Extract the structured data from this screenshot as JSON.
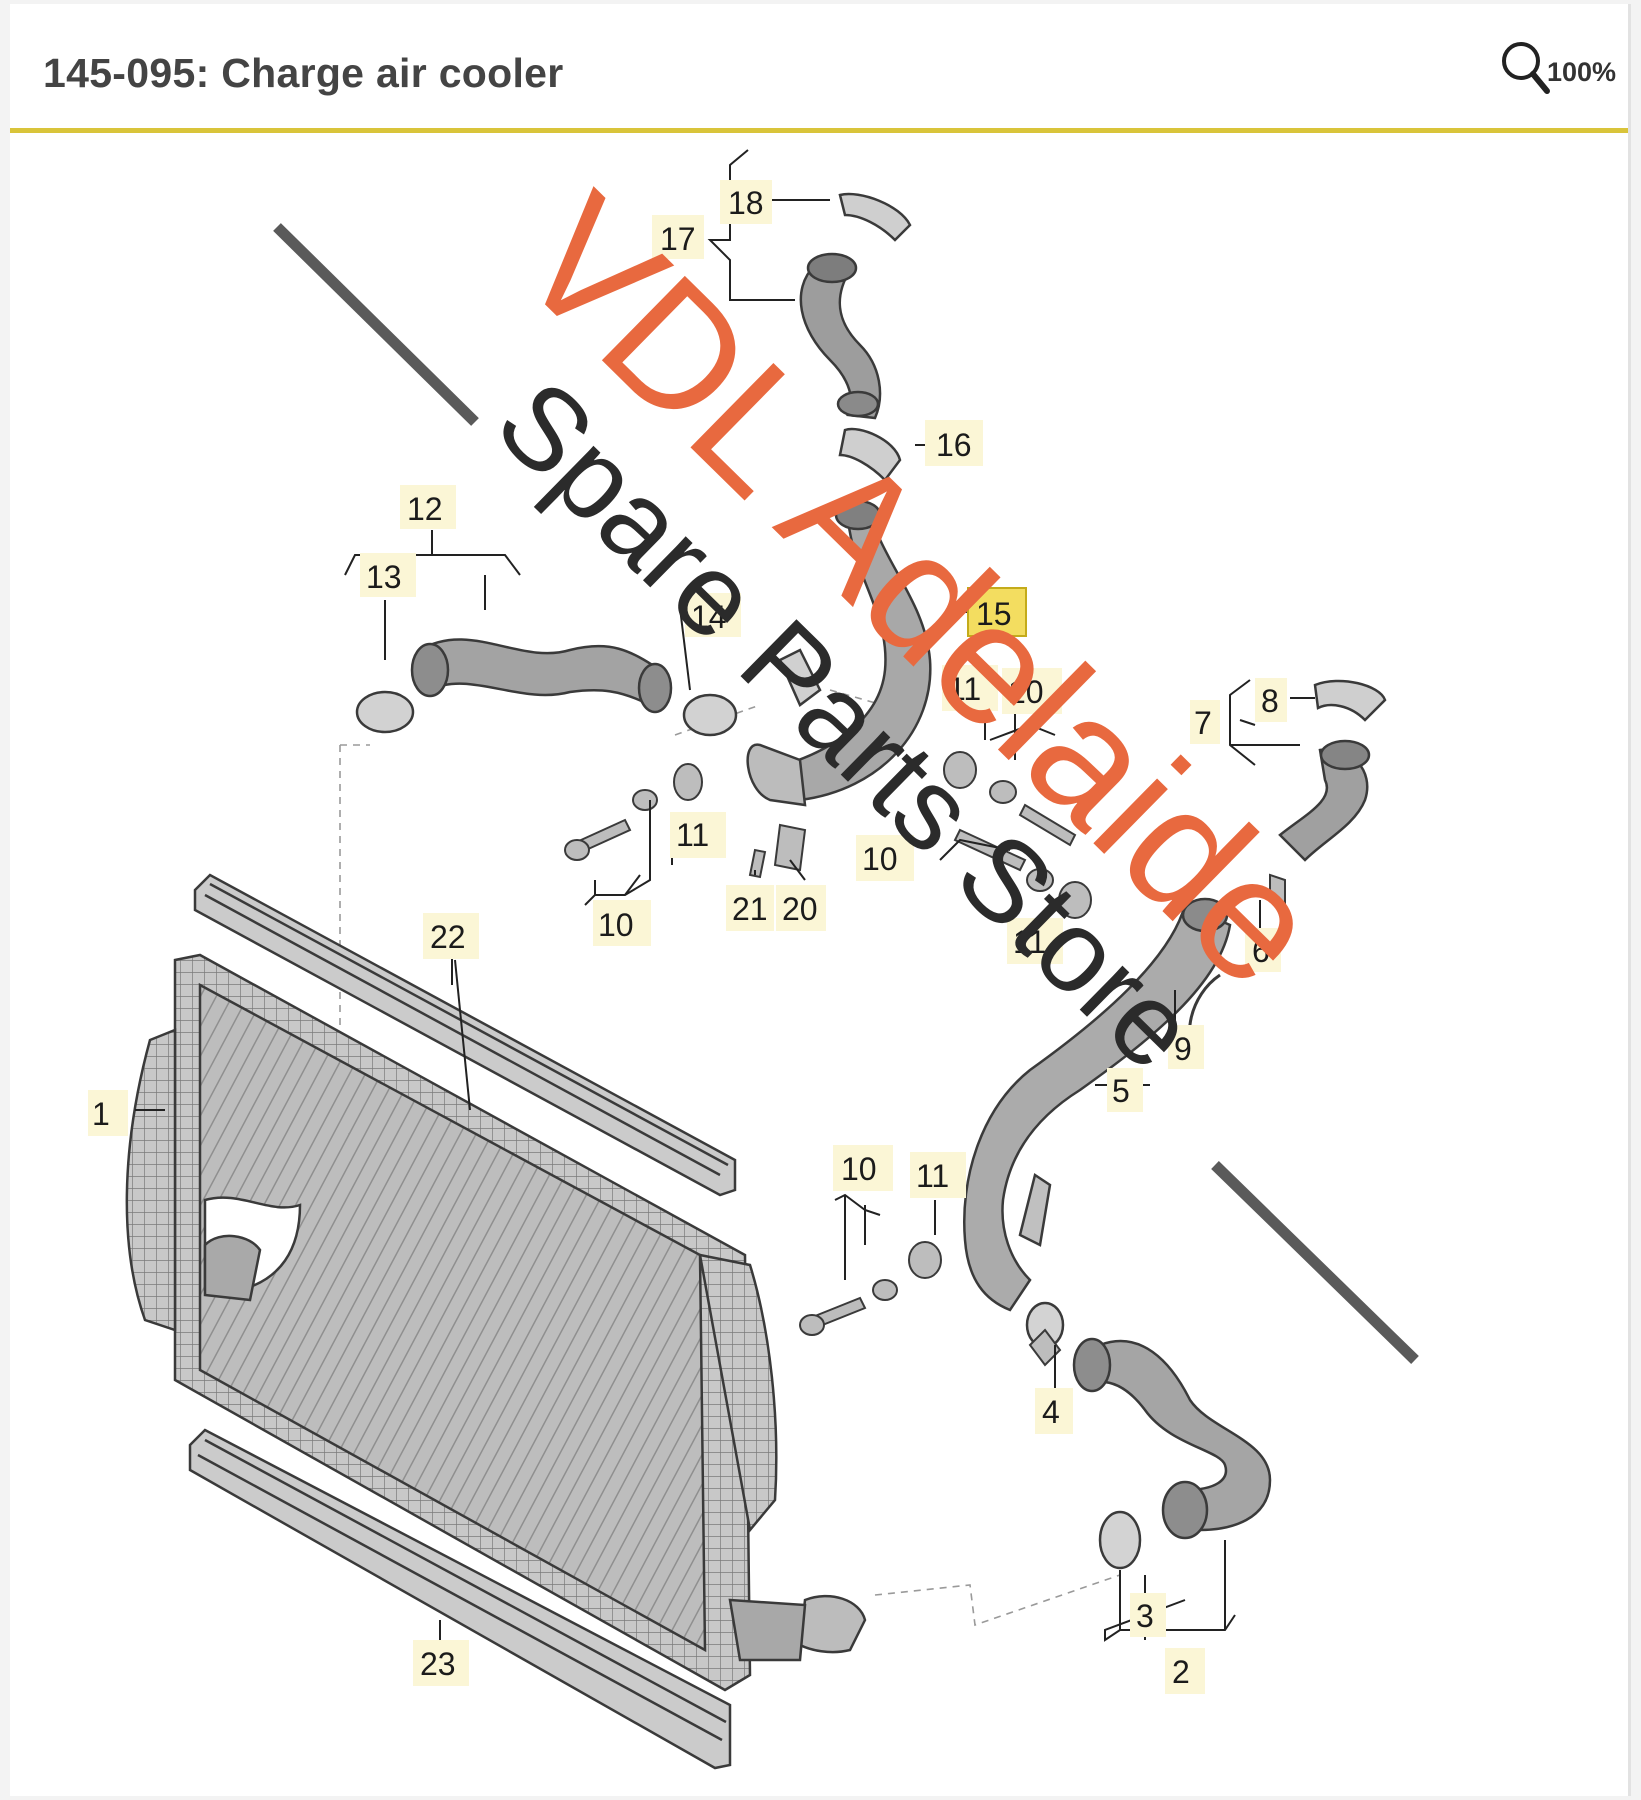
{
  "header": {
    "title": "145-095: Charge air cooler",
    "zoom_label": "100%"
  },
  "diagram": {
    "callouts": [
      "1",
      "2",
      "3",
      "4",
      "5",
      "6",
      "7",
      "8",
      "9",
      "10",
      "11",
      "12",
      "13",
      "14",
      "15",
      "16",
      "17",
      "18",
      "20",
      "21",
      "22",
      "23"
    ],
    "highlighted_callout": "15",
    "watermark": {
      "line1": "VDL Adelaide",
      "line2": "Spare Parts Store"
    }
  },
  "colors": {
    "accent_rule": "#d9c43a",
    "highlight": "#f3dd60",
    "watermark_primary": "#e8693f"
  },
  "icons": [
    "magnifier-icon"
  ]
}
